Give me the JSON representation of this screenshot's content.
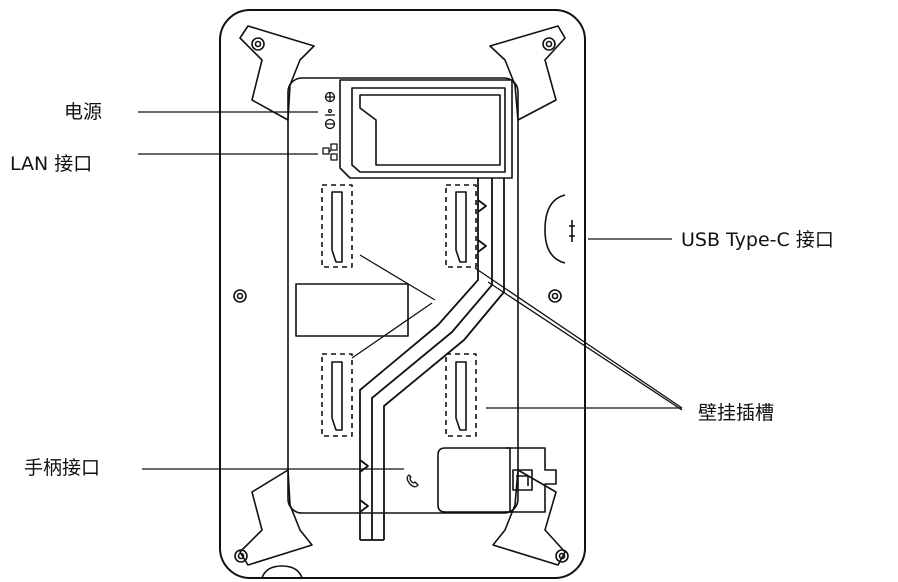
{
  "labels": {
    "power": "电源",
    "lan": "LAN 接口",
    "usb": "USB Type-C 接口",
    "wall_mount": "壁挂插槽",
    "handset": "手柄接口"
  },
  "colors": {
    "line": "#111111",
    "background": "#ffffff"
  }
}
